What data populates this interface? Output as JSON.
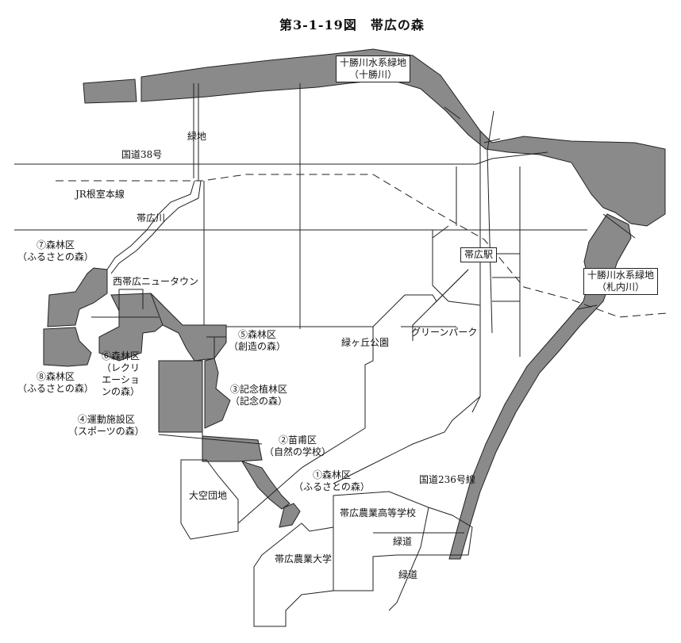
{
  "title": "第3-1-19図　帯広の森",
  "colors": {
    "forest": "#8a8a8a",
    "line": "#222222",
    "background": "#ffffff"
  },
  "labels": {
    "tokachi_river": "十勝川水系緑地\n（十勝川）",
    "satsunai_river": "十勝川水系緑地\n（札内川）",
    "ryokuchi_north": "緑地",
    "route38": "国道38号",
    "jr_line": "JR根室本線",
    "obihiro_river": "帯広川",
    "station": "帯広駅",
    "nishi_obihiro": "西帯広ニュータウン",
    "midorigaoka": "緑ヶ丘公園",
    "green_park": "グリーンパーク",
    "zone7": "⑦森林区\n（ふるさとの森）",
    "zone8": "⑧森林区\n（ふるさとの森）",
    "zone6": "⑥森林区\n（レクリ\nエーショ\nンの森）",
    "zone5": "⑤森林区\n（創造の森）",
    "zone3": "③記念植林区\n（記念の森）",
    "zone4": "④運動施設区\n（スポーツの森）",
    "zone2": "②苗甫区\n（自然の学校）",
    "zone1": "①森林区\n（ふるさとの森）",
    "route236": "国道236号線",
    "ozora": "大空団地",
    "agri_high": "帯広農業高等学校",
    "ryokudo_1": "緑道",
    "ryokudo_2": "緑道",
    "agri_univ": "帯広農業大学"
  }
}
